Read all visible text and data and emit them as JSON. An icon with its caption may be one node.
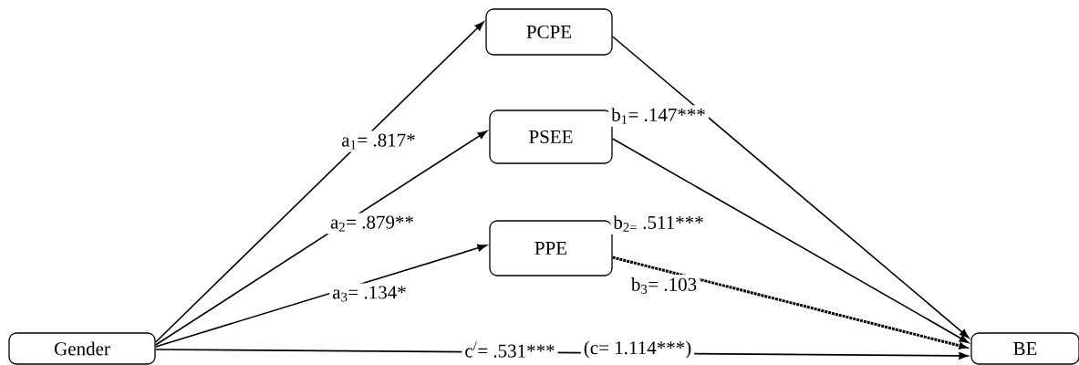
{
  "diagram": {
    "nodes": [
      {
        "text": [
          "Gender"
        ]
      },
      {
        "text": [
          "PCPE"
        ]
      },
      {
        "text": [
          "PSEE"
        ]
      },
      {
        "text": [
          "PPE"
        ]
      },
      {
        "text": [
          "BE"
        ]
      }
    ],
    "edges": [
      {
        "from": 0,
        "to": 1,
        "arrow": "to",
        "label": "a$_{1}$= .817*"
      },
      {
        "from": 0,
        "to": 2,
        "arrow": "to",
        "label": "a$_{2}$= .879**"
      },
      {
        "from": 0,
        "to": 3,
        "arrow": "to",
        "label": "a$_{3}$= .134*"
      },
      {
        "from": 1,
        "to": 4,
        "arrow": "to",
        "label": "b$_{1}$= .147***"
      },
      {
        "from": 2,
        "to": 4,
        "arrow": "to",
        "label": "b$_{2=}$ .511***"
      },
      {
        "from": 3,
        "to": 4,
        "arrow": "to",
        "label": "b$_{3}$= .103",
        "style": "dashed"
      },
      {
        "from": 0,
        "to": 4,
        "arrow": "to",
        "label": "c$^{/}$= .531***"
      }
    ],
    "labels": [
      "(c= 1.114***)"
    ]
  }
}
